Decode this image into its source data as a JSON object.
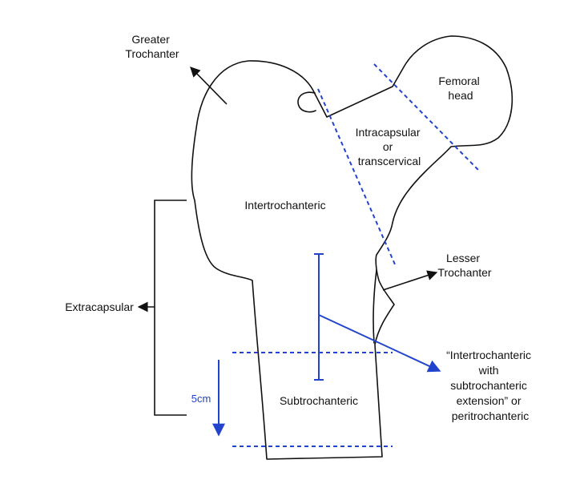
{
  "colors": {
    "outline": "#111111",
    "accent": "#2244cc"
  },
  "labels": {
    "greater_trochanter": [
      "Greater",
      "Trochanter"
    ],
    "femoral_head": [
      "Femoral",
      "head"
    ],
    "intracapsular": [
      "Intracapsular",
      "or",
      "transcervical"
    ],
    "intertrochanteric": "Intertrochanteric",
    "lesser_trochanter": [
      "Lesser",
      "Trochanter"
    ],
    "extracapsular": "Extracapsular",
    "distance": "5cm",
    "subtrochanteric": "Subtrochanteric",
    "peritrochanteric": [
      "“Intertrochanteric",
      "with",
      "subtrochanteric",
      "extension” or",
      "peritrochanteric"
    ]
  }
}
